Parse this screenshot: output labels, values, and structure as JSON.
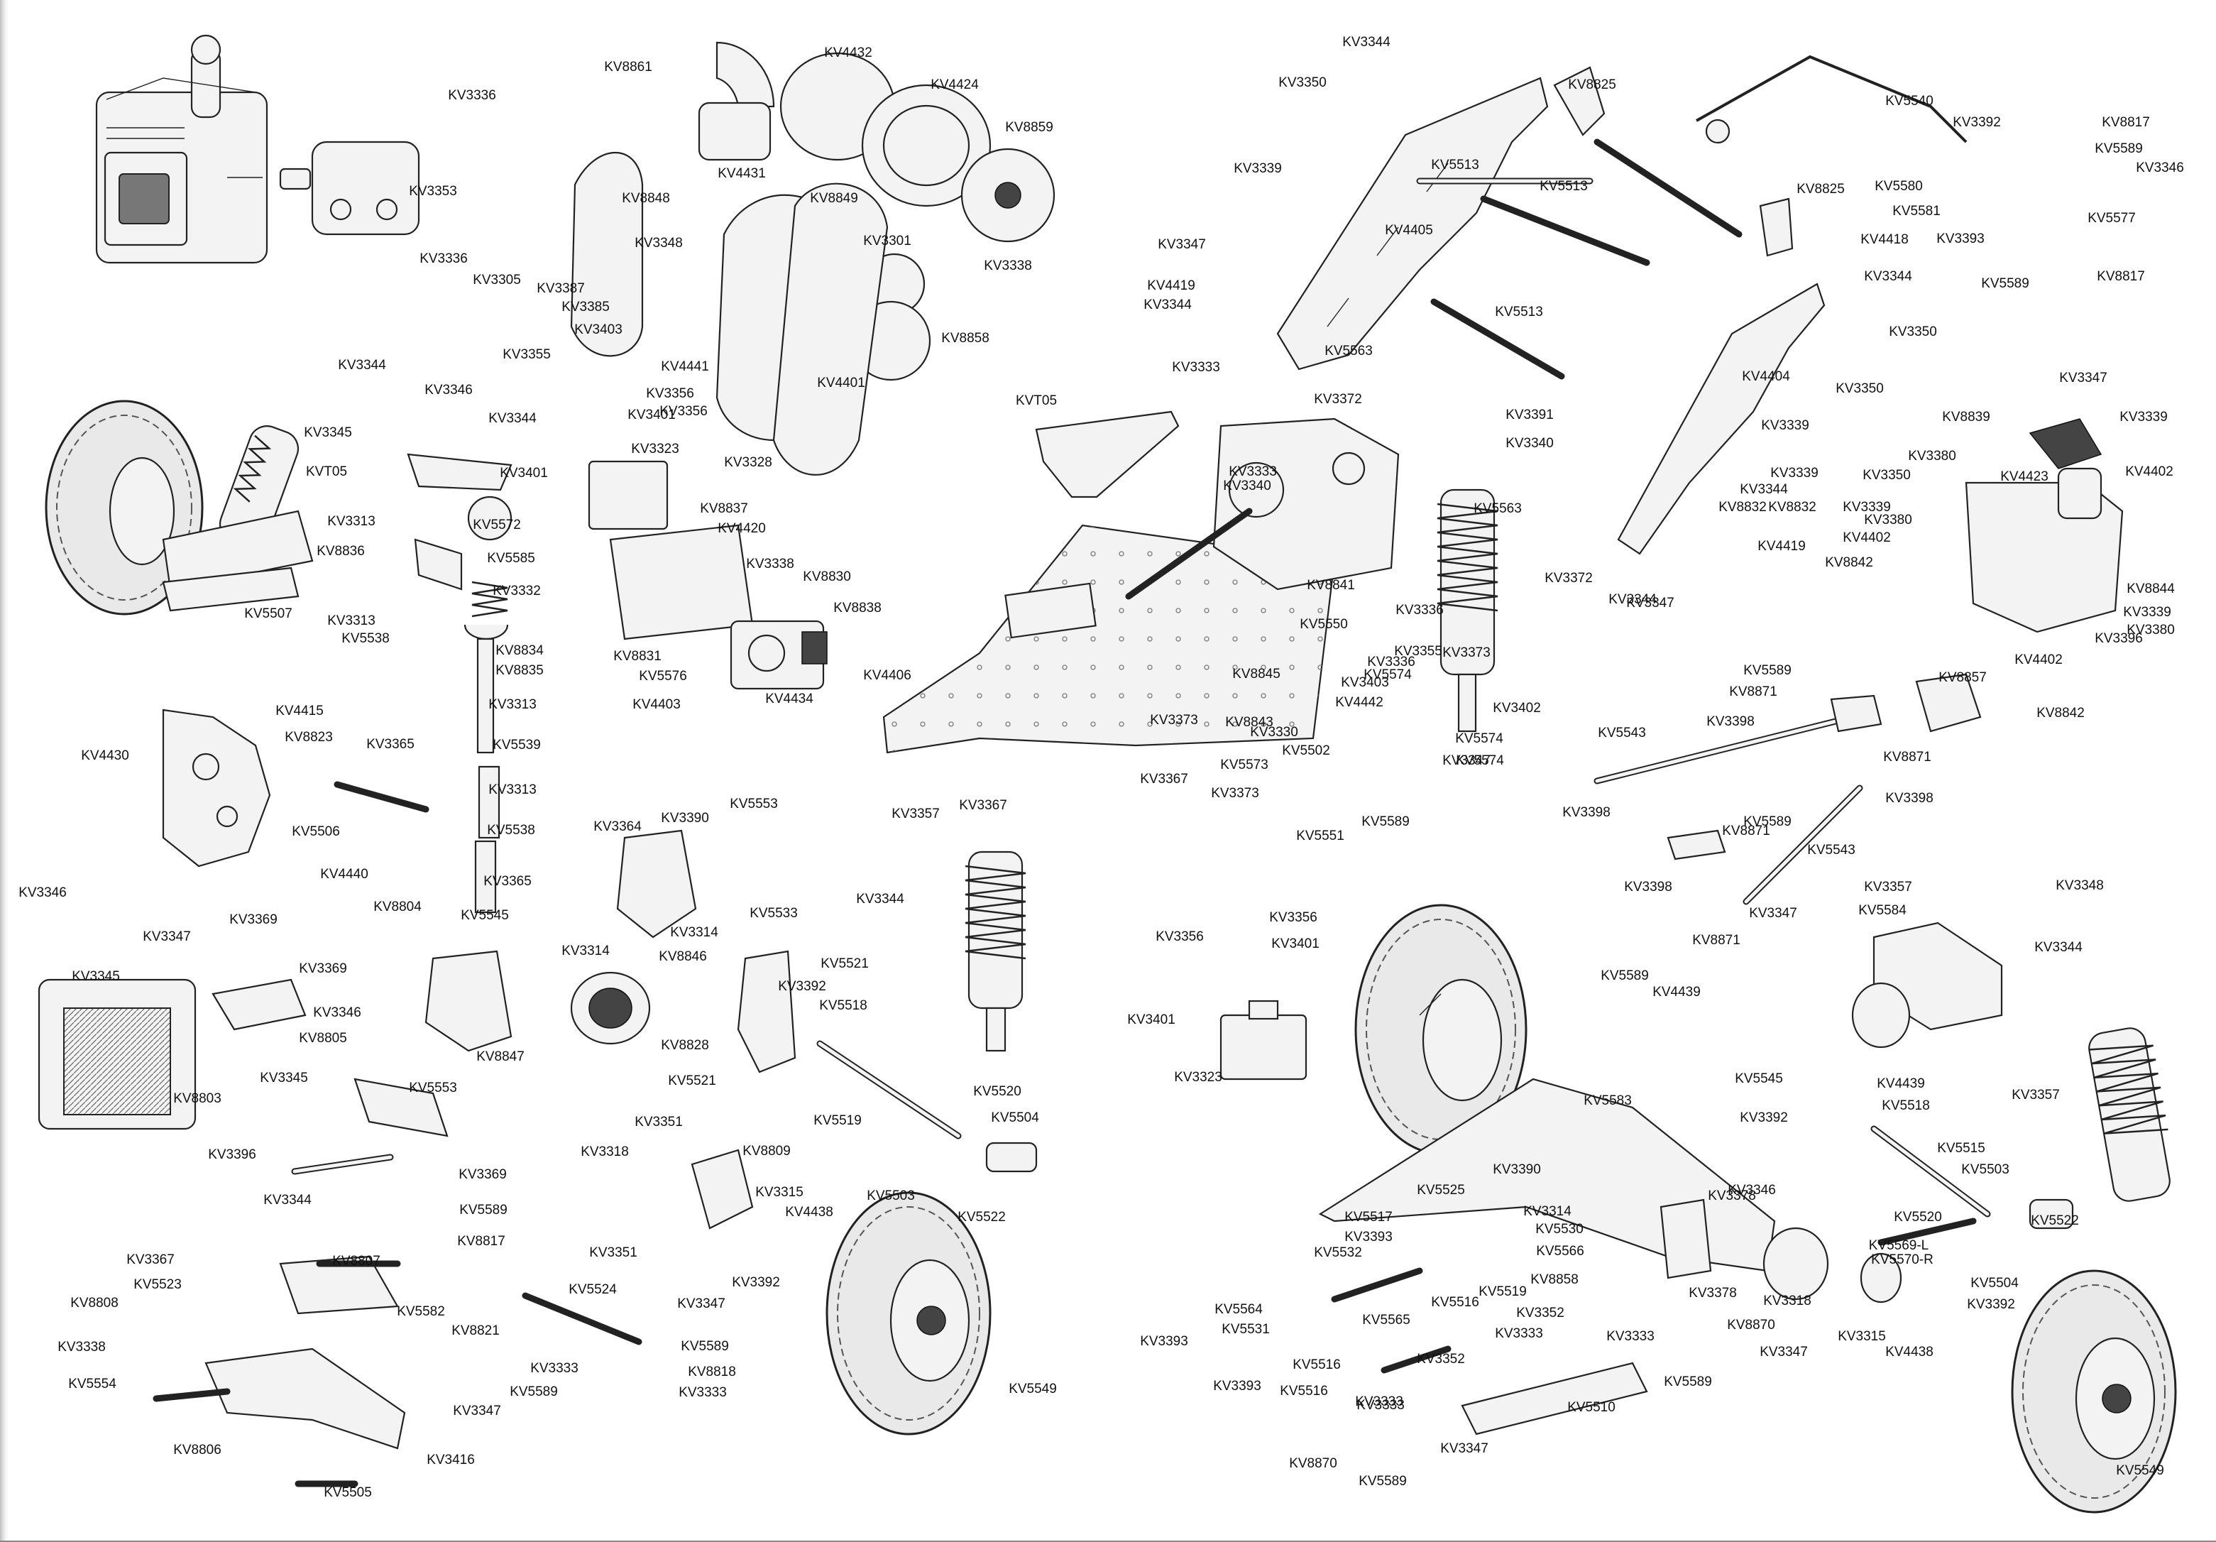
{
  "title": "",
  "colors": {
    "background": "#ffffff",
    "line": "#222222",
    "part_fill": "#f3f3f3"
  },
  "labels": [
    "KV8861",
    "KV4432",
    "KV4424",
    "KV3336",
    "KV8859",
    "KV4431",
    "KV3353",
    "KV8848",
    "KV8849",
    "KV3301",
    "KV3336",
    "KV3348",
    "KV3305",
    "KV3387",
    "KV3385",
    "KV3338",
    "KV8858",
    "KV3403",
    "KV3355",
    "KV4441",
    "KV4401",
    "KV3344",
    "KV3346",
    "KV3356",
    "KV3356",
    "KV3345",
    "KV3344",
    "KV3401",
    "KV3401",
    "KV3323",
    "KV3328",
    "KVT05",
    "KV8837",
    "KV4420",
    "KV3313",
    "KV5572",
    "KV3338",
    "KV8830",
    "KV8836",
    "KV5585",
    "KV3332",
    "KV8838",
    "KV3313",
    "KV8834",
    "KV5507",
    "KV5538",
    "KV8835",
    "KV8831",
    "KV5576",
    "KV4434",
    "KV3313",
    "KV4403",
    "KV4415",
    "KV8823",
    "KV3365",
    "KV5539",
    "KV4430",
    "KV3313",
    "KV3364",
    "KV5506",
    "KV5538",
    "KV3390",
    "KV5553",
    "KV3357",
    "KV3367",
    "KV3346",
    "KV4440",
    "KV3365",
    "KV3344",
    "KV5533",
    "KV8804",
    "KV5545",
    "KV3314",
    "KV3314",
    "KV3369",
    "KV3347",
    "KV3369",
    "KV8846",
    "KV5521",
    "KV3392",
    "KV3345",
    "KV3346",
    "KV5518",
    "KV8805",
    "KV8847",
    "KV8828",
    "KV3345",
    "KV5553",
    "KV5521",
    "KV5520",
    "KV8803",
    "KV3396",
    "KV5519",
    "KV5504",
    "KV3351",
    "KV3344",
    "KV8809",
    "KV3318",
    "KV3369",
    "KV3315",
    "KV5503",
    "KV5522",
    "KV5589",
    "KV4438",
    "KV3367",
    "KV3351",
    "KV8807",
    "KV8817",
    "KV3392",
    "KV5523",
    "KV8808",
    "KV5524",
    "KV3347",
    "KV3338",
    "KV5582",
    "KV8821",
    "KV5589",
    "KV3333",
    "KV5554",
    "KV8818",
    "KV5589",
    "KV3333",
    "KV5549",
    "KV3347",
    "KV8806",
    "KV3416",
    "KV5505",
    "KV3344",
    "KV3350",
    "KV8825",
    "KV5540",
    "KV3392",
    "KV8817",
    "KV5589",
    "KV3346",
    "KV5580",
    "KV5581",
    "KV5577",
    "KV3339",
    "KV5513",
    "KV5513",
    "KV8825",
    "KV3393",
    "KV4418",
    "KV3344",
    "KV3347",
    "KV4405",
    "KV8817",
    "KV3350",
    "KV4419",
    "KV5589",
    "KV3344",
    "KV5513",
    "KV5563",
    "KV3333",
    "KV4404",
    "KV3350",
    "KV3347",
    "KV3372",
    "KVT05",
    "KV3391",
    "KV3339",
    "KV8839",
    "KV3339",
    "KV3340",
    "KV3380",
    "KV3350",
    "KV3333",
    "KV3339",
    "KV4402",
    "KV3340",
    "KV3344",
    "KV4423",
    "KV5563",
    "KV8832",
    "KV8832",
    "KV3339",
    "KV3380",
    "KV4402",
    "KV3372",
    "KV4419",
    "KV8842",
    "KV3344",
    "KV3347",
    "KV8841",
    "KV3336",
    "KV8844",
    "KV3339",
    "KV3380",
    "KV5550",
    "KV3396",
    "KV3373",
    "KV4402",
    "KV4406",
    "KV3336",
    "KV3355",
    "KV8845",
    "KV5574",
    "KV5589",
    "KV8857",
    "KV3403",
    "KV4442",
    "KV8871",
    "KV3402",
    "KV3398",
    "KV8842",
    "KV3373",
    "KV8843",
    "KV3330",
    "KV5502",
    "KV5574",
    "KV5543",
    "KV5573",
    "KV3367",
    "KV5574",
    "KV3347",
    "KV8871",
    "KV5589",
    "KV3373",
    "KV3398",
    "KV3398",
    "KV5589",
    "KV8871",
    "KV5551",
    "KV5543",
    "KV3357",
    "KV3348",
    "KV3398",
    "KV3356",
    "KV3347",
    "KV5584",
    "KV8871",
    "KV3356",
    "KV3401",
    "KV3344",
    "KV5589",
    "KV4439",
    "KV3401",
    "KV3323",
    "KV4439",
    "KV3357",
    "KV5583",
    "KV5545",
    "KV5518",
    "KV3392",
    "KV5515",
    "KV3390",
    "KV3346",
    "KV5503",
    "KV5525",
    "KV3378",
    "KV5520",
    "KV5517",
    "KV3314",
    "KV5569-L",
    "KV5522",
    "KV3393",
    "KV5530",
    "KV5570-R",
    "KV5532",
    "KV5566",
    "KV8858",
    "KV5516",
    "KV5519",
    "KV3378",
    "KV3318",
    "KV5504",
    "KV3392",
    "KV5564",
    "KV5531",
    "KV5565",
    "KV3352",
    "KV3333",
    "KV8870",
    "KV3393",
    "KV3333",
    "KV3315",
    "KV4438",
    "KV5516",
    "KV3347",
    "KV3393",
    "KV3352",
    "KV5516",
    "KV5589",
    "KV3333",
    "KV5510",
    "KV5549",
    "KV3333",
    "KV3347",
    "KV8870",
    "KV5589"
  ]
}
